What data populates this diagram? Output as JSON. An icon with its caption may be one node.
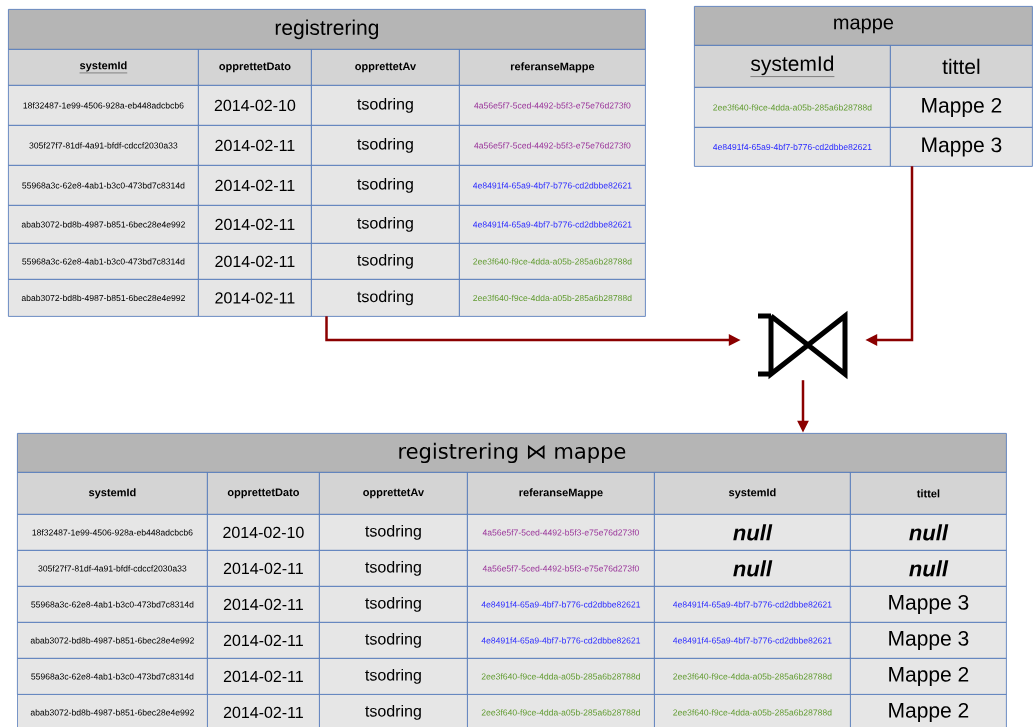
{
  "diagram": {
    "nodes": [
      {
        "text": [
          "registrering",
          "systemId",
          "opprettetDato",
          "opprettetAv",
          "referanseMappe",
          "18f32487-1e99-4506-928a-eb448adcbcb6",
          "2014-02-10",
          "tsodring",
          "4a56e5f7-5ced-4492-b5f3-e75e76d273f0",
          "305f27f7-81df-4a91-bfdf-cdccf2030a33",
          "2014-02-11",
          "tsodring",
          "4a56e5f7-5ced-4492-b5f3-e75e76d273f0",
          "55968a3c-62e8-4ab1-b3c0-473bd7c8314d",
          "2014-02-11",
          "tsodring",
          "4e8491f4-65a9-4bf7-b776-cd2dbbe82621",
          "abab3072-bd8b-4987-b851-6bec28e4e992",
          "2014-02-11",
          "tsodring",
          "4e8491f4-65a9-4bf7-b776-cd2dbbe82621",
          "55968a3c-62e8-4ab1-b3c0-473bd7c8314d",
          "2014-02-11",
          "tsodring",
          "2ee3f640-f9ce-4dda-a05b-285a6b28788d",
          "abab3072-bd8b-4987-b851-6bec28e4e992",
          "2014-02-11",
          "tsodring",
          "2ee3f640-f9ce-4dda-a05b-285a6b28788d"
        ]
      },
      {
        "text": [
          "mappe",
          "systemId",
          "tittel",
          "2ee3f640-f9ce-4dda-a05b-285a6b28788d",
          "Mappe 2",
          "4e8491f4-65a9-4bf7-b776-cd2dbbe82621",
          "Mappe 3"
        ]
      },
      {
        "text": [],
        "shape": "picture"
      },
      {
        "text": [
          "registrering ⋈ mappe",
          "systemId",
          "opprettetDato",
          "opprettetAv",
          "referanseMappe",
          "systemId",
          "tittel",
          "18f32487-1e99-4506-928a-eb448adcbcb6",
          "2014-02-10",
          "tsodring",
          "4a56e5f7-5ced-4492-b5f3-e75e76d273f0",
          "null",
          "null",
          "305f27f7-81df-4a91-bfdf-cdccf2030a33",
          "2014-02-11",
          "tsodring",
          "4a56e5f7-5ced-4492-b5f3-e75e76d273f0",
          "null",
          "null",
          "55968a3c-62e8-4ab1-b3c0-473bd7c8314d",
          "2014-02-11",
          "tsodring",
          "4e8491f4-65a9-4bf7-b776-cd2dbbe82621",
          "4e8491f4-65a9-4bf7-b776-cd2dbbe82621",
          "Mappe 3",
          "abab3072-bd8b-4987-b851-6bec28e4e992",
          "2014-02-11",
          "tsodring",
          "4e8491f4-65a9-4bf7-b776-cd2dbbe82621",
          "4e8491f4-65a9-4bf7-b776-cd2dbbe82621",
          "Mappe 3",
          "55968a3c-62e8-4ab1-b3c0-473bd7c8314d",
          "2014-02-11",
          "tsodring",
          "2ee3f640-f9ce-4dda-a05b-285a6b28788d",
          "2ee3f640-f9ce-4dda-a05b-285a6b28788d",
          "Mappe 2",
          "abab3072-bd8b-4987-b851-6bec28e4e992",
          "2014-02-11",
          "tsodring",
          "2ee3f640-f9ce-4dda-a05b-285a6b28788d",
          "2ee3f640-f9ce-4dda-a05b-285a6b28788d",
          "Mappe 2"
        ]
      }
    ],
    "edges": [
      {
        "from": 0,
        "to": 2,
        "arrow": "to"
      },
      {
        "from": 1,
        "to": 2,
        "arrow": "to"
      },
      {
        "from": 2,
        "to": 3,
        "arrow": "to"
      }
    ]
  }
}
